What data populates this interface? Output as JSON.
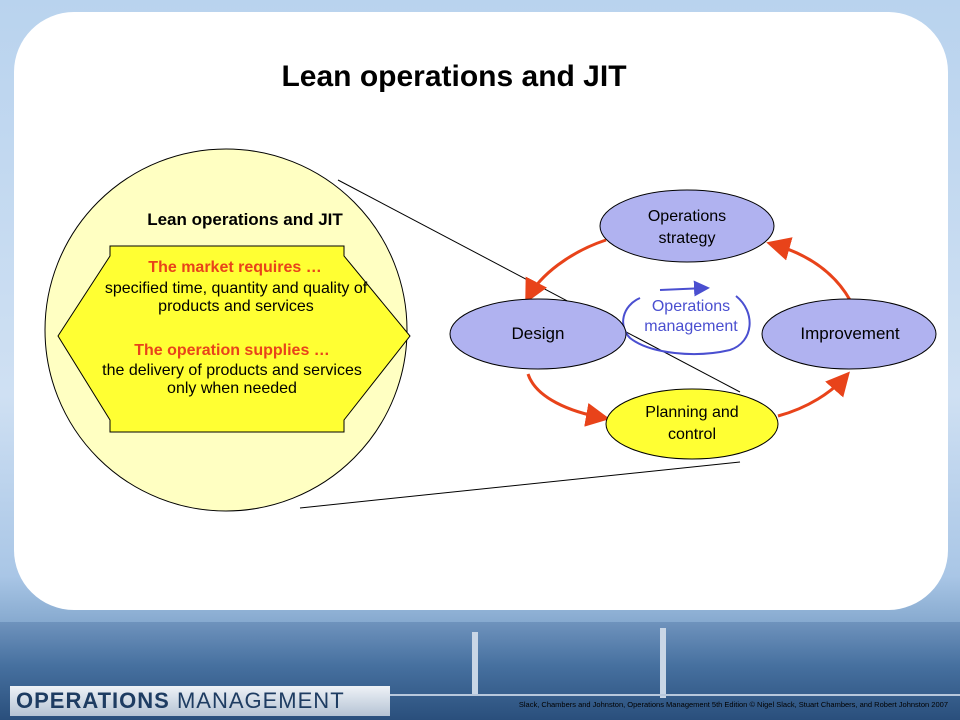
{
  "title": "Lean operations and JIT",
  "zoom_panel": {
    "heading": "Lean operations and JIT",
    "market_requires": "The market requires …",
    "market_text": "specified time, quantity and quality of products and services",
    "operation_supplies": "The operation supplies …",
    "operation_text": "the delivery of products and services only when needed"
  },
  "model": {
    "strategy": "Operations strategy",
    "center": "Operations management",
    "design": "Design",
    "improvement": "Improvement",
    "planning": "Planning and control"
  },
  "footer": {
    "brand_bold": "OPERATIONS",
    "brand_light": "MANAGEMENT",
    "copyright": "Slack, Chambers and Johnston, Operations Management 5th Edition © Nigel Slack, Stuart Chambers, and Robert Johnston 2007"
  },
  "colors": {
    "arrow": "#e8431a",
    "ellipse_fill": "#b0b2f0",
    "highlight_fill": "#ffff33",
    "circle_fill": "#ffffc2",
    "accent_text": "#e8431a",
    "center_text": "#4a4fd0"
  }
}
